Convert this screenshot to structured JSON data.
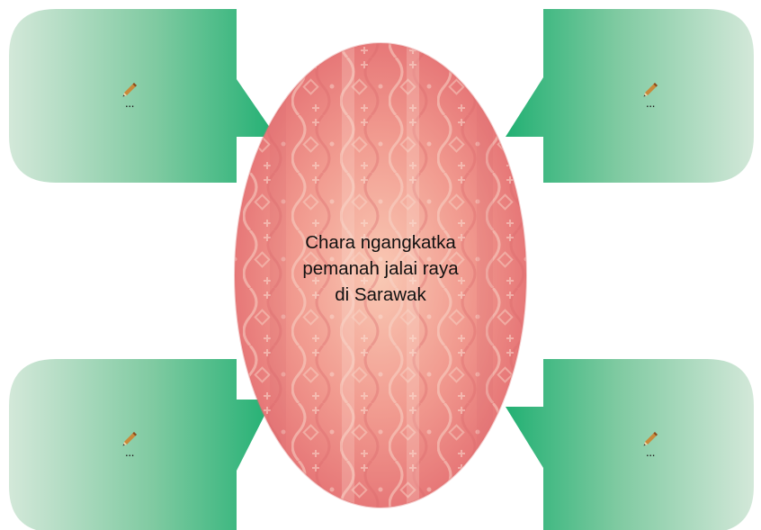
{
  "center_topic": {
    "lines": [
      "Chara ngangkatka",
      "pemanah jalai raya",
      "di Sarawak"
    ]
  },
  "callouts": [
    {
      "position": "top-left",
      "text": "...",
      "icon": "pencil-icon"
    },
    {
      "position": "top-right",
      "text": "...",
      "icon": "pencil-icon"
    },
    {
      "position": "bottom-left",
      "text": "...",
      "icon": "pencil-icon"
    },
    {
      "position": "bottom-right",
      "text": "...",
      "icon": "pencil-icon"
    }
  ],
  "colors": {
    "callout_green": "#22b073",
    "callout_light": "#cfe6d6",
    "ellipse_pink": "#e88080",
    "ellipse_light": "#f8c0ac"
  }
}
